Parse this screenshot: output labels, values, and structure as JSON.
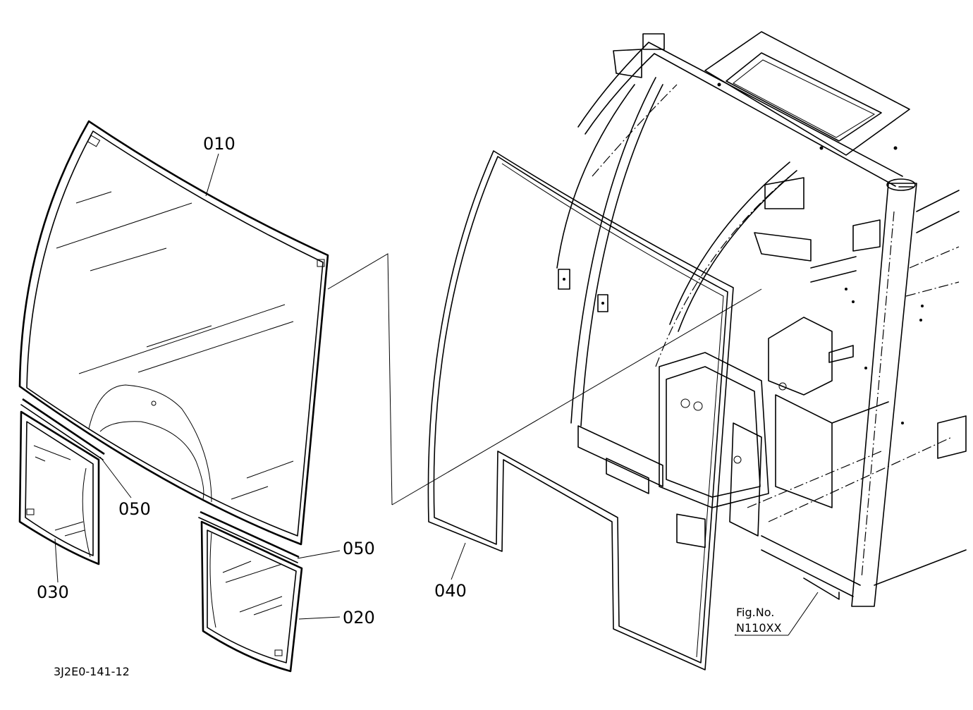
{
  "parts": {
    "p010": "010",
    "p050a": "050",
    "p050b": "050",
    "p030": "030",
    "p020": "020",
    "p040": "040"
  },
  "figure_ref": {
    "label": "Fig.No.",
    "code": "N110XX"
  },
  "drawing_id": "3J2E0-141-12"
}
